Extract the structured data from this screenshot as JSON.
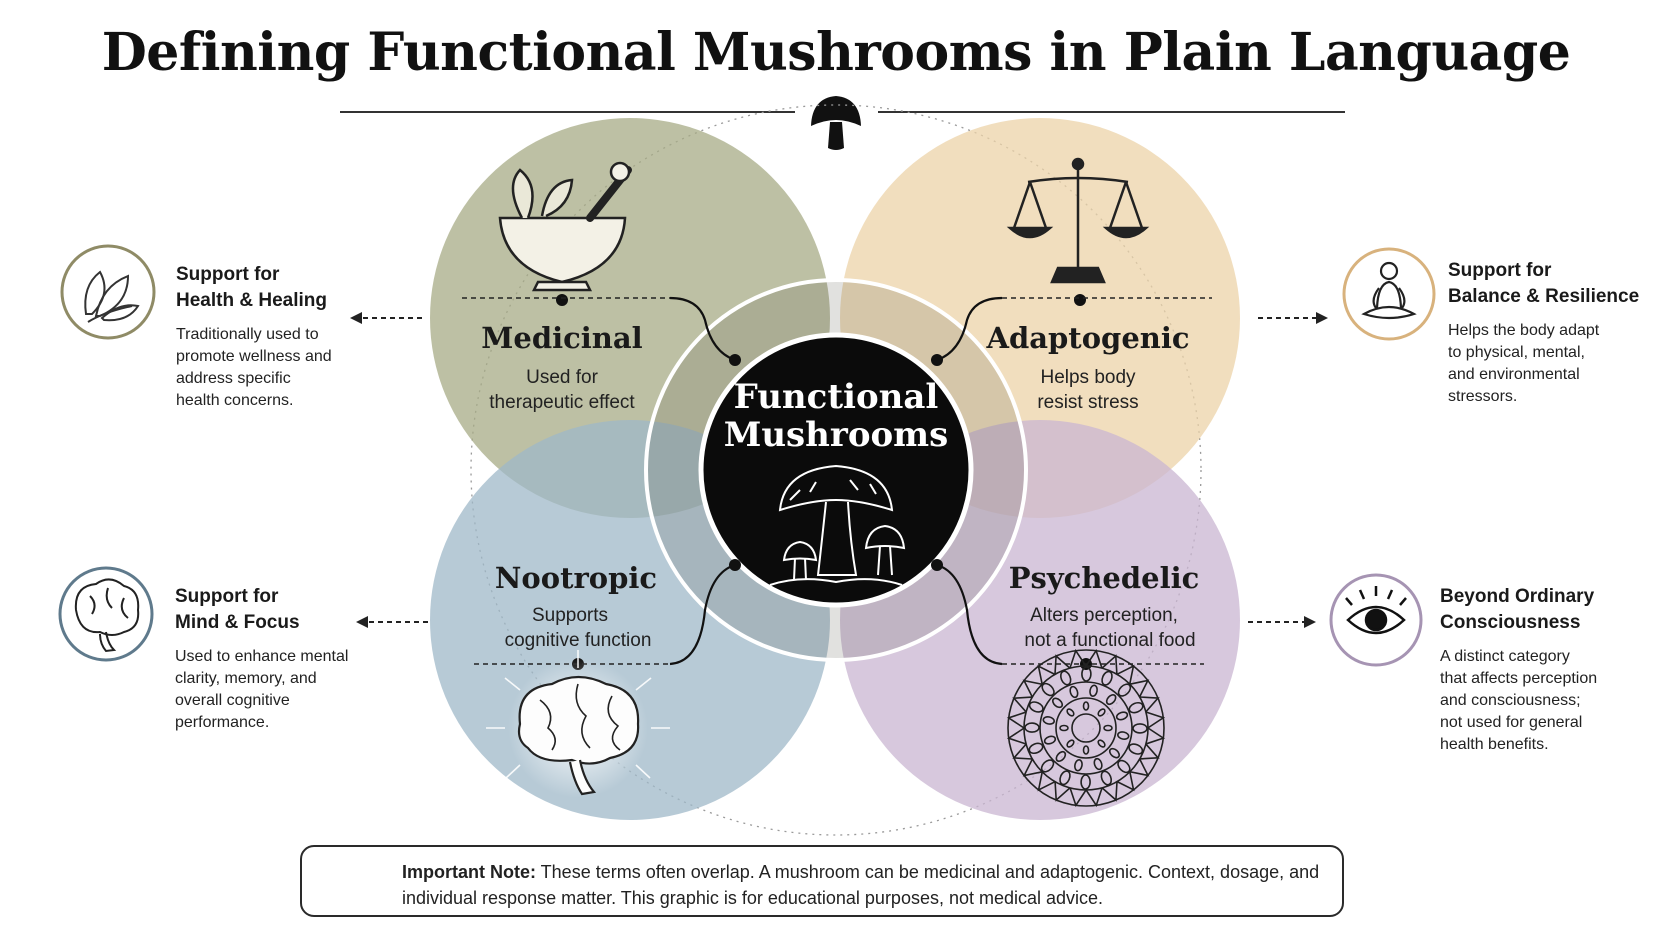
{
  "title": "Defining Functional Mushrooms in Plain Language",
  "center": {
    "line1": "Functional",
    "line2": "Mushrooms",
    "icon": "mushroom-cluster-icon"
  },
  "petals": {
    "medicinal": {
      "name": "Medicinal",
      "line1": "Used for",
      "line2": "therapeutic effect",
      "icon": "mortar-pestle-icon",
      "color": "#a7ab85"
    },
    "adaptogenic": {
      "name": "Adaptogenic",
      "line1": "Helps body",
      "line2": "resist stress",
      "icon": "balance-scale-icon",
      "color": "#ecd3a8"
    },
    "nootropic": {
      "name": "Nootropic",
      "line1": "Supports",
      "line2": "cognitive function",
      "icon": "glowing-brain-icon",
      "color": "#9fb8c8"
    },
    "psychedelic": {
      "name": "Psychedelic",
      "line1": "Alters perception,",
      "line2": "not a functional food",
      "icon": "mandala-icon",
      "color": "#c9b6d1"
    }
  },
  "sides": {
    "health": {
      "heading": "Support for\nHealth & Healing",
      "text": "Traditionally used to\npromote wellness and\naddress specific\nhealth concerns.",
      "icon": "leaves-icon",
      "color": "#8f8b66"
    },
    "balance": {
      "heading": "Support for\nBalance & Resilience",
      "text": "Helps the body adapt\nto physical, mental,\nand environmental\nstressors.",
      "icon": "meditation-icon",
      "color": "#d8b27d"
    },
    "mind": {
      "heading": "Support for\nMind & Focus",
      "text": "Used to enhance mental\nclarity, memory, and\noverall cognitive\nperformance.",
      "icon": "brain-icon",
      "color": "#5f7a8c"
    },
    "consciousness": {
      "heading": "Beyond Ordinary\nConsciousness",
      "text": "A distinct category\nthat affects perception\nand consciousness;\nnot used for general\nhealth benefits.",
      "icon": "eye-icon",
      "color": "#a694b3"
    }
  },
  "note": {
    "label": "Important Note:",
    "text": " These terms often overlap. A mushroom can be medicinal and adaptogenic. Context, dosage, and individual response matter. This graphic is for educational purposes, not medical advice.",
    "icon": "mushroom-icon"
  }
}
